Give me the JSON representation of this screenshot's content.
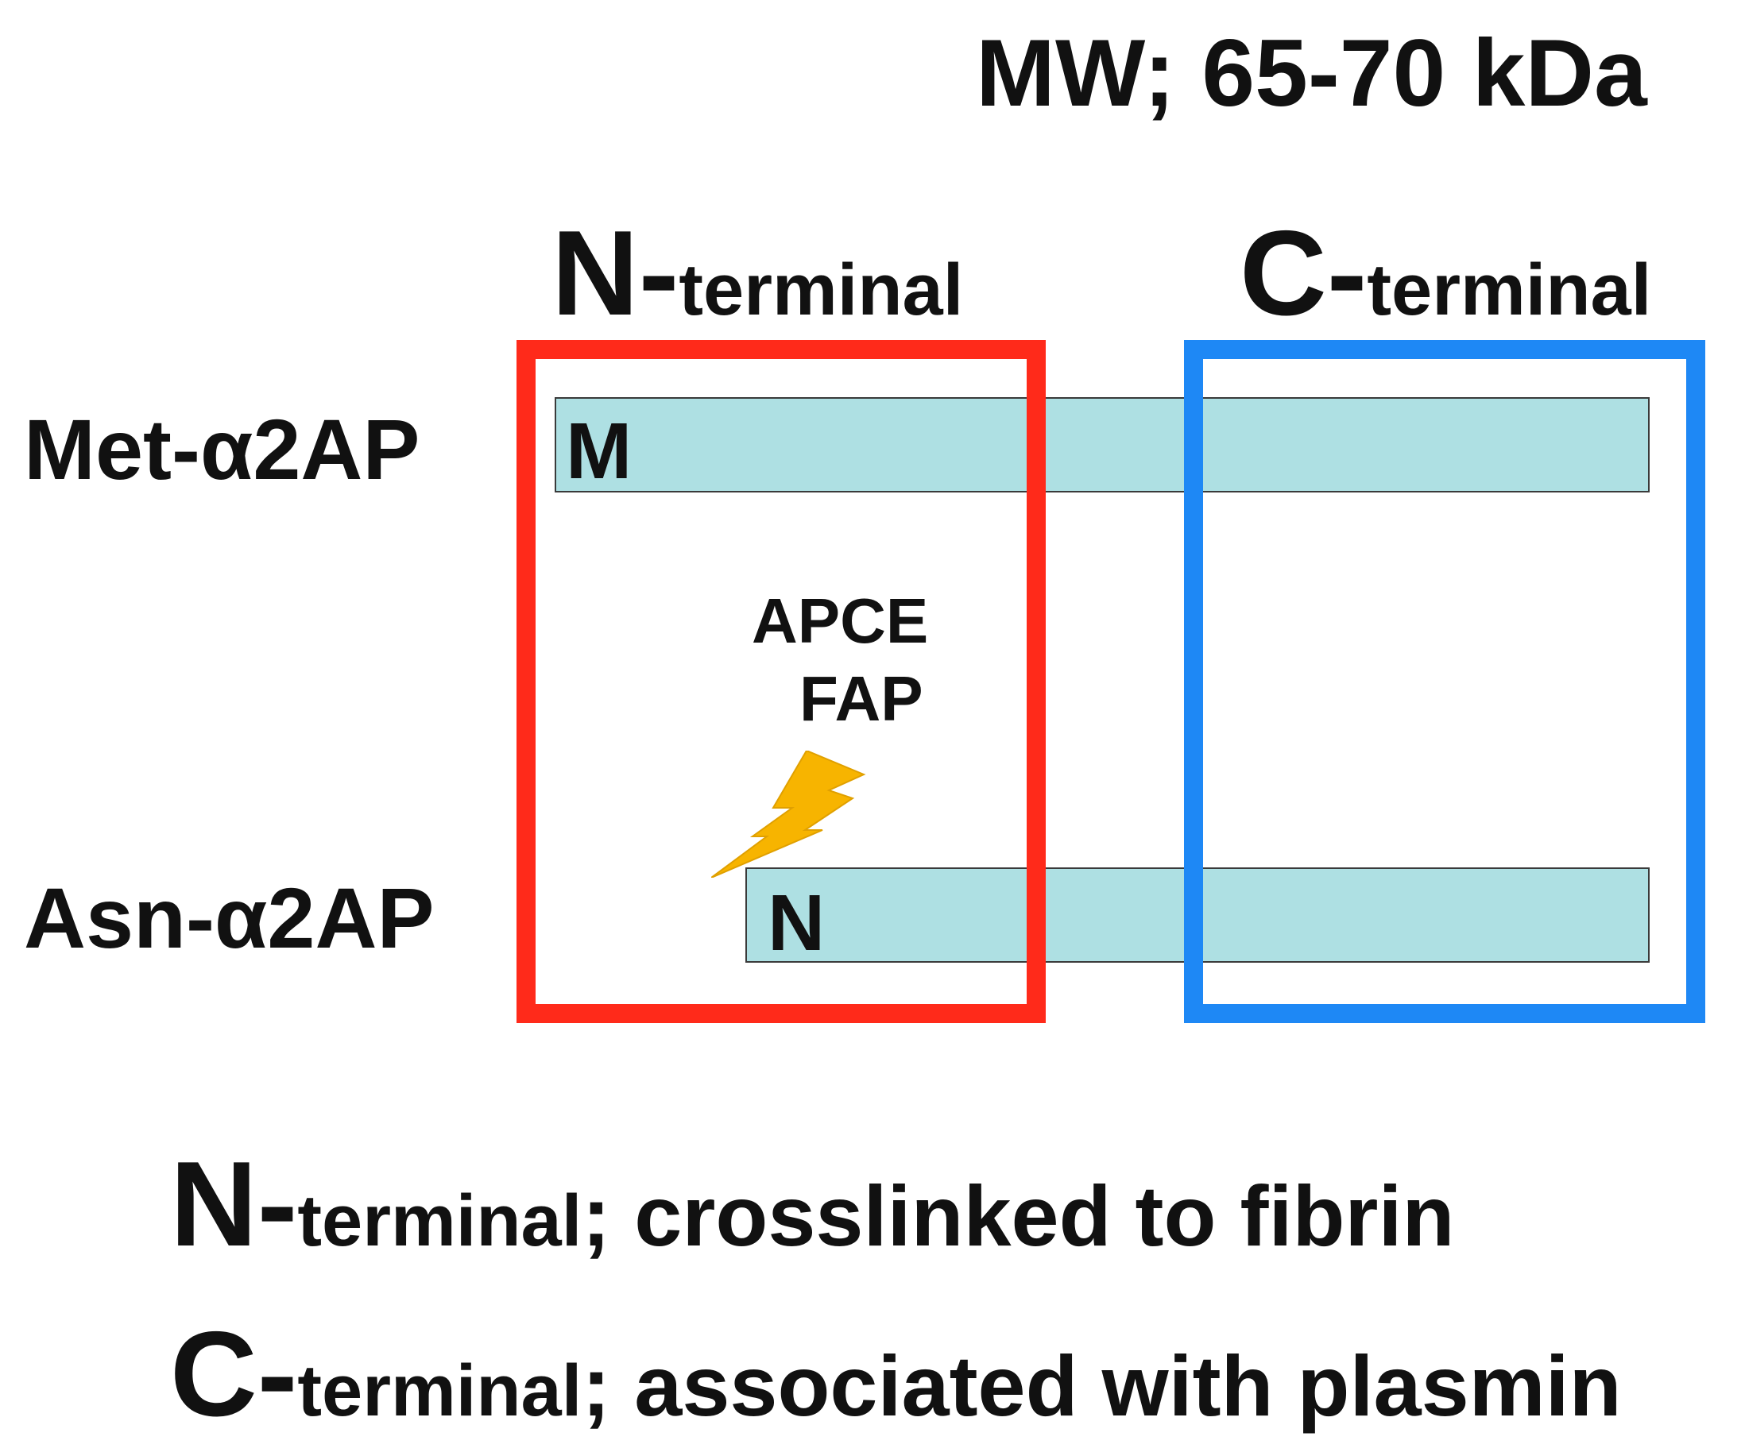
{
  "title": "MW; 65-70 kDa",
  "headers": {
    "n_terminal": {
      "letter": "N-",
      "word": "terminal"
    },
    "c_terminal": {
      "letter": "C-",
      "word": "terminal"
    }
  },
  "rows": {
    "met": {
      "label": "Met-α2AP",
      "letter": "M"
    },
    "asn": {
      "label": "Asn-α2AP",
      "letter": "N"
    }
  },
  "enzymes": [
    "APCE",
    "FAP"
  ],
  "notes": {
    "n": {
      "letter": "N-",
      "word": "terminal",
      "rest": "; crosslinked to fibrin"
    },
    "c": {
      "letter": "C-",
      "word": "terminal",
      "rest": "; associated with plasmin"
    }
  },
  "colors": {
    "n_box": "#ff2a1a",
    "c_box": "#1e88f5",
    "bar_fill": "#aee0e3",
    "lightning": "#f7b400"
  },
  "icons": {
    "cleavage": "lightning-bolt-icon"
  }
}
